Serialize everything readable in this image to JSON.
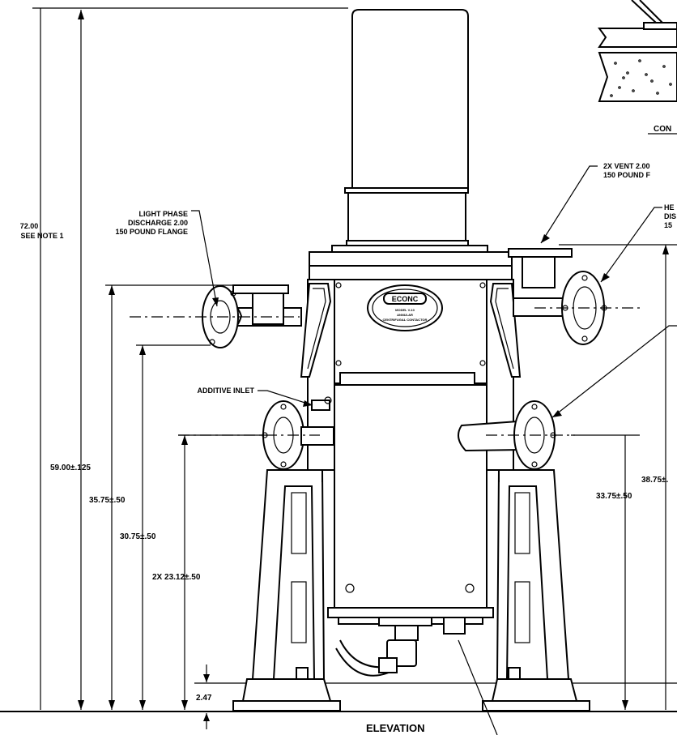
{
  "labels": {
    "overall_height": "72.00",
    "see_note": "SEE NOTE 1",
    "light_phase_1": "LIGHT PHASE",
    "light_phase_2": "DISCHARGE 2.00",
    "light_phase_3": "150 POUND FLANGE",
    "additive_inlet": "ADDITIVE INLET",
    "vent_1": "2X VENT 2.00",
    "vent_2": "150 POUND F",
    "heavy_1": "HE",
    "heavy_2": "DIS",
    "heavy_3": "15",
    "cut_off_label": "CON",
    "elevation": "ELEVATION",
    "nameplate_brand": "ECONC",
    "nameplate_line1": "MODEL V-10",
    "nameplate_line2": "ANNULAR",
    "nameplate_line3": "CENTRIFUGAL CONTACTOR"
  },
  "dimensions": {
    "d1": "59.00±.125",
    "d2": "35.75±.50",
    "d3": "30.75±.50",
    "d4": "2X 23.12±.50",
    "d5": "2.47",
    "d6": "33.75±.50",
    "d7": "38.75±."
  }
}
